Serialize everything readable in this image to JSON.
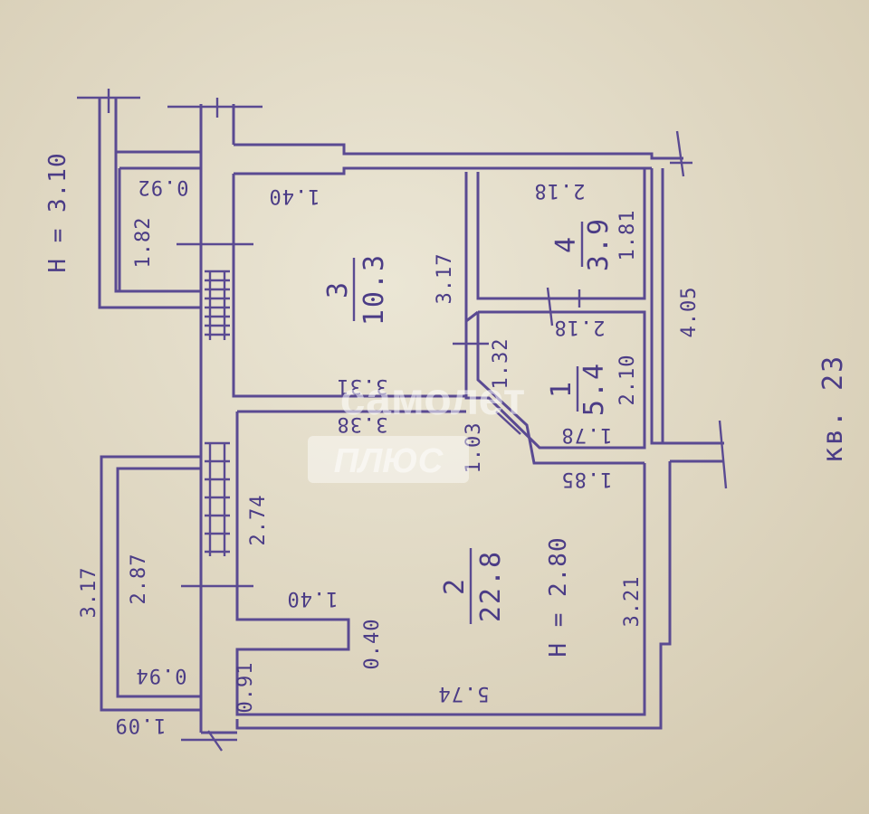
{
  "colors": {
    "ink": "#4b3c86",
    "paper": "#e4ddc9"
  },
  "plan": {
    "apartment": "кв. 23",
    "heights": {
      "main": "H = 3.10",
      "room2": "H = 2.80"
    },
    "rooms": [
      {
        "number": "1",
        "area": "5.4"
      },
      {
        "number": "2",
        "area": "22.8"
      },
      {
        "number": "3",
        "area": "10.3"
      },
      {
        "number": "4",
        "area": "3.9"
      }
    ],
    "dims": {
      "d_140_top": "1.40",
      "d_092": "0.92",
      "d_182": "1.82",
      "d_218_top": "2.18",
      "d_181": "1.81",
      "d_317_room3": "3.17",
      "d_218_mid": "2.18",
      "d_405": "4.05",
      "d_331": "3.31",
      "d_132": "1.32",
      "d_210": "2.10",
      "d_338": "3.38",
      "d_178": "1.78",
      "d_103": "1.03",
      "d_185": "1.85",
      "d_274": "2.74",
      "d_287": "2.87",
      "d_317_left": "3.17",
      "d_140_mid": "1.40",
      "d_040": "0.40",
      "d_321": "3.21",
      "d_091": "0.91",
      "d_094": "0.94",
      "d_574": "5.74",
      "d_109": "1.09"
    },
    "watermark": {
      "line1": "самолет",
      "line2": "ПЛЮС"
    }
  }
}
